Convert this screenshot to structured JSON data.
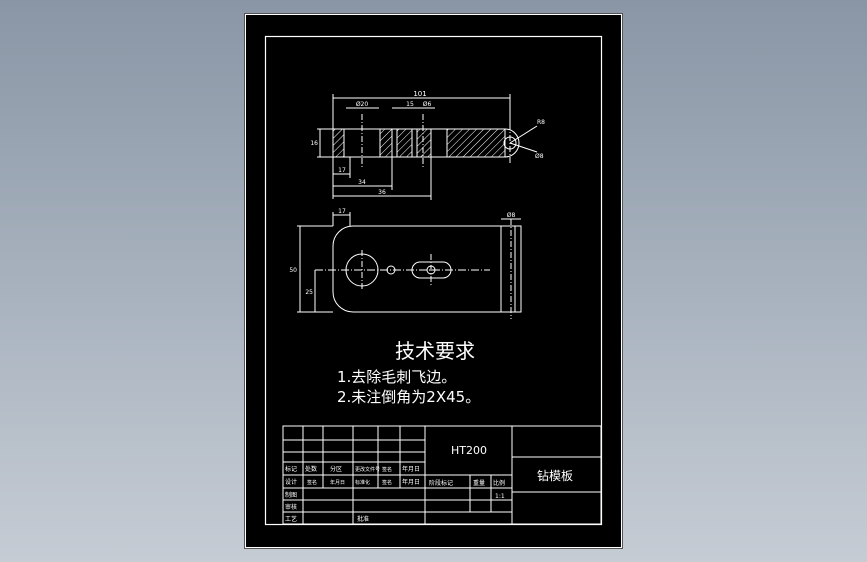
{
  "dimensions": {
    "top_total": "101",
    "d20": "Ø20",
    "d15": "15",
    "d6": "Ø6",
    "r8": "R8",
    "r8b": "Ø8",
    "h16": "16",
    "l17": "17",
    "l34": "34",
    "l36": "36",
    "l17b": "17",
    "d8": "Ø8",
    "h50": "50",
    "h25": "25"
  },
  "tech": {
    "heading": "技术要求",
    "line1": "1.去除毛刺飞边。",
    "line2": "2.未注倒角为2X45。"
  },
  "title_block": {
    "material": "HT200",
    "part_name": "钻模板",
    "scale": "1:1",
    "row_labels": [
      "标记",
      "设计",
      "制图",
      "审核",
      "工艺"
    ],
    "head_cols": [
      "处数",
      "分区",
      "更改文件号",
      "签名",
      "年月日"
    ],
    "design_cols": [
      "签名",
      "年月日",
      "标准化",
      "签名",
      "年月日"
    ],
    "approve": "批准",
    "stage": "阶段标记",
    "weight": "重量",
    "ratio": "比例"
  },
  "colors": {
    "background": "#000000",
    "line": "#ffffff",
    "hatch": "#ffffff"
  }
}
